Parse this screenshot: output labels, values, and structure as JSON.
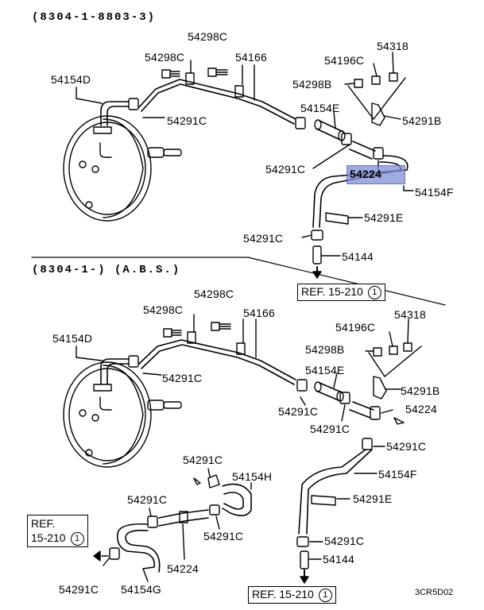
{
  "sections": {
    "top_header": "(8304-1-8803-3)",
    "bottom_header": "(8304-1-) (A.B.S.)"
  },
  "highlight": {
    "color": "#7f8fd6",
    "label": "54224"
  },
  "top_labels": {
    "p54298c_a": "54298C",
    "p54298c_b": "54298C",
    "p54166": "54166",
    "p54154d": "54154D",
    "p54291c_a": "54291C",
    "p54196c": "54196C",
    "p54318": "54318",
    "p54298b": "54298B",
    "p54154e": "54154E",
    "p54291b": "54291B",
    "p54291c_b": "54291C",
    "p54224": "54224",
    "p54154f": "54154F",
    "p54291e": "54291E",
    "p54291c_c": "54291C",
    "p54144": "54144"
  },
  "top_ref": {
    "text": "REF. 15-210",
    "num": "1"
  },
  "bottom_labels": {
    "p54298c_a": "54298C",
    "p54298c_b": "54298C",
    "p54166": "54166",
    "p54154d": "54154D",
    "p54291c_a": "54291C",
    "p54196c": "54196C",
    "p54318": "54318",
    "p54298b": "54298B",
    "p54154e": "54154E",
    "p54291b": "54291B",
    "p54291c_b": "54291C",
    "p54224": "54224",
    "p54291c_c": "54291C",
    "p54291c_d": "54291C",
    "p54154f": "54154F",
    "p54291c_e": "54291C",
    "p54154h": "54154H",
    "p54291c_f": "54291C",
    "p54291e": "54291E",
    "p54291c_g": "54291C",
    "p54291c_h": "54291C",
    "p54144": "54144",
    "p54224_b": "54224",
    "p54291c_i": "54291C",
    "p54154g": "54154G"
  },
  "bottom_ref_left": {
    "line1": "REF.",
    "line2": "15-210",
    "num": "1"
  },
  "bottom_ref_right": {
    "text": "REF. 15-210",
    "num": "1"
  },
  "diagram_code": "3CR5D02"
}
